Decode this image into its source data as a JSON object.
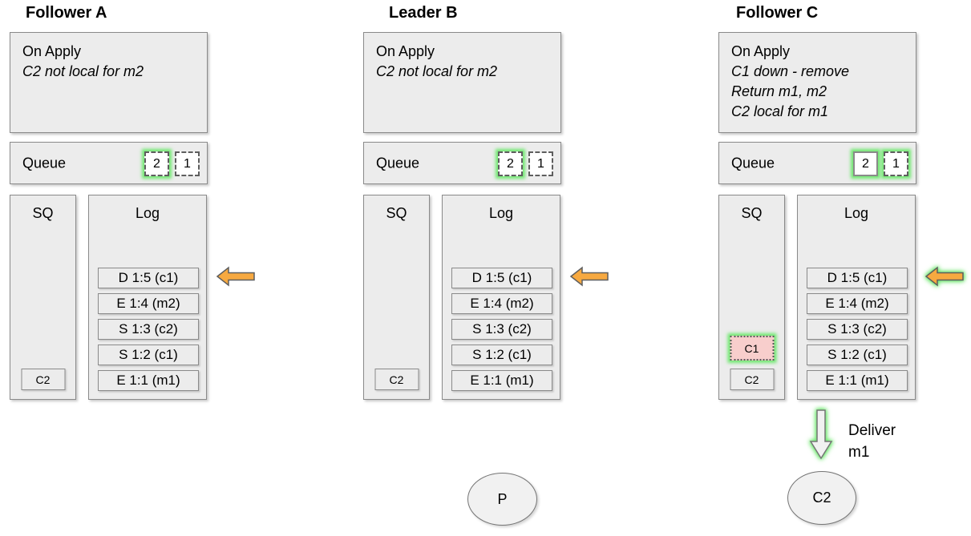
{
  "diagram": {
    "colors": {
      "box_fill": "#ececec",
      "box_border": "#8a8a8a",
      "glow_green": "#6fe86f",
      "arrow_orange": "#f7a940",
      "removed_pink": "#f8cecc"
    },
    "columns": [
      {
        "title": "Follower A",
        "on_apply": {
          "label": "On Apply",
          "notes": [
            "C2 not local for m2"
          ]
        },
        "queue": {
          "label": "Queue",
          "items": [
            {
              "value": "2",
              "border": "dashed",
              "glow": true
            },
            {
              "value": "1",
              "border": "dashed",
              "glow": false
            }
          ]
        },
        "sq": {
          "label": "SQ",
          "items": [
            {
              "value": "C2",
              "state": "normal"
            }
          ]
        },
        "log": {
          "label": "Log",
          "entries": [
            "D 1:5 (c1)",
            "E 1:4 (m2)",
            "S 1:3 (c2)",
            "S 1:2 (c1)",
            "E 1:1 (m1)"
          ]
        },
        "apply_arrow": {
          "icon": "left-arrow",
          "points_to": "D 1:5 (c1)",
          "glow": false
        }
      },
      {
        "title": "Leader B",
        "on_apply": {
          "label": "On Apply",
          "notes": [
            "C2 not local for m2"
          ]
        },
        "queue": {
          "label": "Queue",
          "items": [
            {
              "value": "2",
              "border": "dashed",
              "glow": true
            },
            {
              "value": "1",
              "border": "dashed",
              "glow": false
            }
          ]
        },
        "sq": {
          "label": "SQ",
          "items": [
            {
              "value": "C2",
              "state": "normal"
            }
          ]
        },
        "log": {
          "label": "Log",
          "entries": [
            "D 1:5 (c1)",
            "E 1:4 (m2)",
            "S 1:3 (c2)",
            "S 1:2 (c1)",
            "E 1:1 (m1)"
          ]
        },
        "apply_arrow": {
          "icon": "left-arrow",
          "points_to": "D 1:5 (c1)",
          "glow": false
        },
        "process": {
          "label": "P"
        }
      },
      {
        "title": "Follower C",
        "on_apply": {
          "label": "On Apply",
          "notes": [
            "C1 down - remove",
            "Return m1, m2",
            "C2 local for m1"
          ]
        },
        "queue": {
          "label": "Queue",
          "items": [
            {
              "value": "2",
              "border": "solid",
              "glow": true
            },
            {
              "value": "1",
              "border": "dashed",
              "glow": true
            }
          ]
        },
        "sq": {
          "label": "SQ",
          "items": [
            {
              "value": "C1",
              "state": "removed"
            },
            {
              "value": "C2",
              "state": "normal"
            }
          ]
        },
        "log": {
          "label": "Log",
          "entries": [
            "D 1:5 (c1)",
            "E 1:4 (m2)",
            "S 1:3 (c2)",
            "S 1:2 (c1)",
            "E 1:1 (m1)"
          ]
        },
        "apply_arrow": {
          "icon": "left-arrow",
          "points_to": "D 1:5 (c1)",
          "glow": true
        },
        "deliver": {
          "icon": "down-arrow",
          "glow": true,
          "lines": [
            "Deliver",
            "m1"
          ]
        },
        "process": {
          "label": "C2"
        }
      }
    ]
  }
}
